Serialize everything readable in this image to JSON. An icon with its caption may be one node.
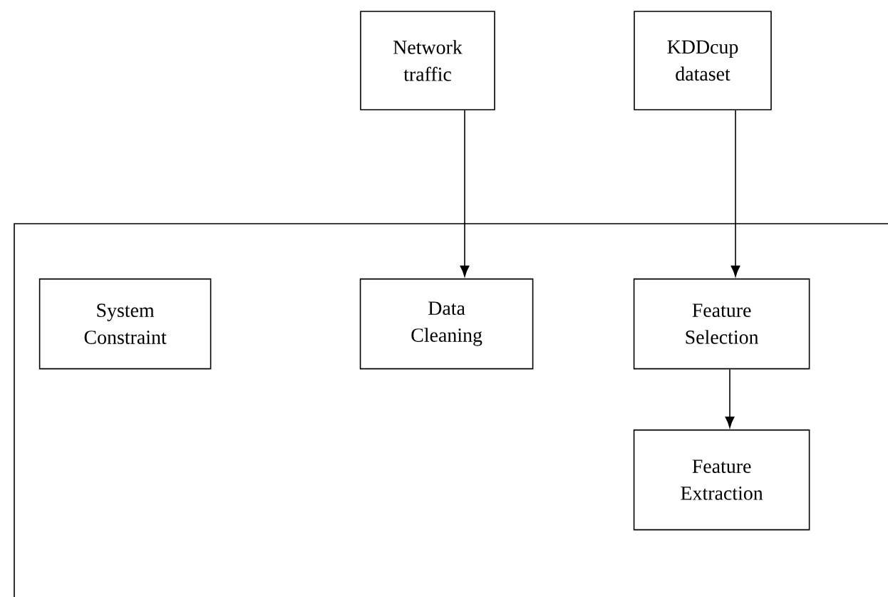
{
  "diagram": {
    "nodes": [
      {
        "text": [
          "Network traffic"
        ]
      },
      {
        "text": [
          "KDDcup dataset"
        ]
      },
      {
        "text": [],
        "shape": "box"
      },
      {
        "text": [
          "System Constraint"
        ],
        "in": 2
      },
      {
        "text": [
          "Data Cleaning"
        ],
        "in": 2
      },
      {
        "text": [
          "Feature Selection"
        ],
        "in": 2
      },
      {
        "text": [
          "Feature Extraction"
        ],
        "in": 2
      }
    ],
    "edges": [
      {
        "from": 0,
        "to": 4,
        "arrow": "to"
      },
      {
        "from": 1,
        "to": 5,
        "arrow": "to"
      },
      {
        "from": 5,
        "to": 6,
        "arrow": "to"
      }
    ]
  }
}
